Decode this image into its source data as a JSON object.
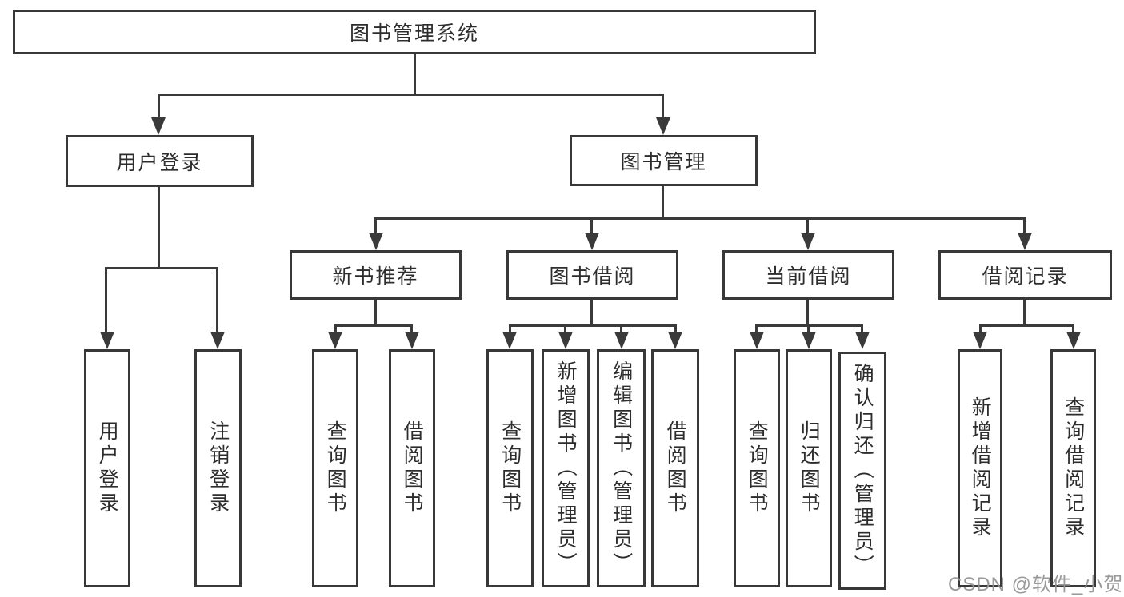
{
  "tree": {
    "root": {
      "label": "图书管理系统"
    },
    "user_login": {
      "label": "用户登录",
      "children": [
        {
          "label": "用户登录"
        },
        {
          "label": "注销登录"
        }
      ]
    },
    "book_mgmt": {
      "label": "图书管理",
      "children": [
        {
          "label": "新书推荐",
          "children": [
            {
              "label": "查询图书"
            },
            {
              "label": "借阅图书"
            }
          ]
        },
        {
          "label": "图书借阅",
          "children": [
            {
              "label": "查询图书"
            },
            {
              "label": "新增图书（管理员）"
            },
            {
              "label": "编辑图书（管理员）"
            },
            {
              "label": "借阅图书"
            }
          ]
        },
        {
          "label": "当前借阅",
          "children": [
            {
              "label": "查询图书"
            },
            {
              "label": "归还图书"
            },
            {
              "label": "确认归还（管理员）"
            }
          ]
        },
        {
          "label": "借阅记录",
          "children": [
            {
              "label": "新增借阅记录"
            },
            {
              "label": "查询借阅记录"
            }
          ]
        }
      ]
    }
  },
  "watermark": {
    "text": "CSDN @软件_小贺同学"
  },
  "colors": {
    "line": "#3a3a3a",
    "border": "#383838",
    "text": "#2d2d2d",
    "watermark": "#919191",
    "background": "#ffffff"
  }
}
